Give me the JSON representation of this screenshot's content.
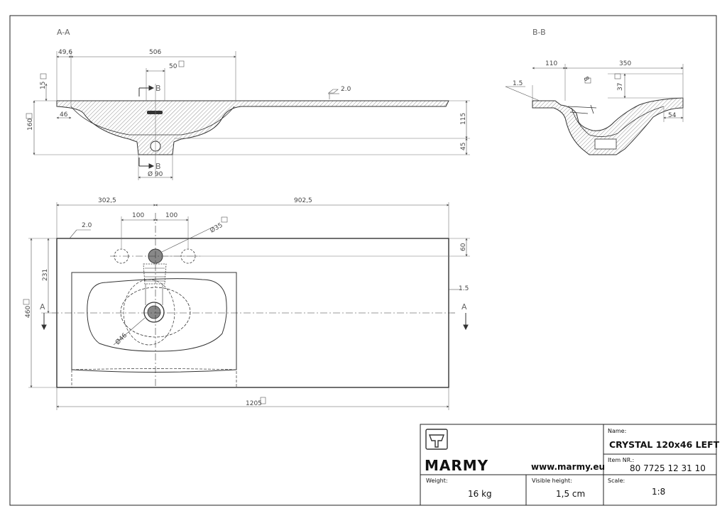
{
  "sections": {
    "aa": "A-A",
    "bb": "B-B",
    "cut_a": "A",
    "cut_b": "B"
  },
  "section_aa_dims": {
    "d49_6": "49,6",
    "d506": "506",
    "d50": "50",
    "d15": "15",
    "d160": "160",
    "d46": "46",
    "d115": "115",
    "d45": "45",
    "d90": "Ø 90",
    "slope": "2.0"
  },
  "section_bb_dims": {
    "d110": "110",
    "d350": "350",
    "d1_5": "1.5",
    "d8": "8",
    "d37": "37",
    "d54": "54"
  },
  "plan_dims": {
    "d302_5": "302,5",
    "d902_5": "902,5",
    "d100a": "100",
    "d100b": "100",
    "slope": "2.0",
    "d35": "Ø35",
    "d60": "60",
    "d231": "231",
    "d460": "460",
    "d1_5": "1.5",
    "d46": "Ø46",
    "d1205": "1205"
  },
  "title_block": {
    "brand": "MARMY",
    "website": "www.marmy.eu",
    "name_label": "Name:",
    "name_value": "CRYSTAL 120x46 LEFT",
    "item_label": "Item NR.:",
    "item_value": "80 7725 12 31 10",
    "weight_label": "Weight:",
    "weight_value": "16 kg",
    "visible_height_label": "Visible height:",
    "visible_height_value": "1,5 cm",
    "scale_label": "Scale:",
    "scale_value": "1:8"
  }
}
